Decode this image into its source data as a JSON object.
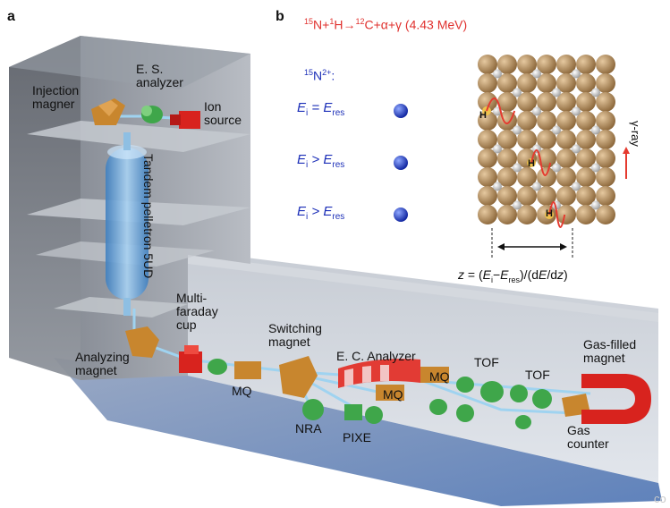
{
  "panels": {
    "a": "a",
    "b": "b"
  },
  "reaction": {
    "text": "15N+1H→12C+α+γ (4.43 MeV)",
    "parts": [
      "15",
      "N+",
      "1",
      "H→",
      "12",
      "C+α+γ (4.43 MeV)"
    ]
  },
  "ion": {
    "text": "15N2+:",
    "parts": [
      "15",
      "N",
      "2+",
      ":"
    ]
  },
  "conditions": [
    {
      "text": "Ei = Eres",
      "parts": [
        "E",
        "i",
        " = E",
        "res"
      ]
    },
    {
      "text": "Ei > Eres",
      "parts": [
        "E",
        "i",
        " > E",
        "res"
      ]
    },
    {
      "text": "Ei > Eres",
      "parts": [
        "E",
        "i",
        " > E",
        "res"
      ]
    }
  ],
  "depth_formula": {
    "text": "z = (Ei−Eres)/(dE/dz)",
    "parts": [
      "z",
      " = (",
      "E",
      "i",
      "−",
      "E",
      "res",
      ")/(d",
      "E",
      "/d",
      "z",
      ")"
    ]
  },
  "h_marker": "H",
  "gamma_label": "γ-ray",
  "components": {
    "injection_magnet": [
      "Injection",
      "magner"
    ],
    "es_analyzer": [
      "E. S.",
      "analyzer"
    ],
    "ion_source": [
      "Ion",
      "source"
    ],
    "tandem": "Tandem pelletron 5UD",
    "multi_faraday": [
      "Multi-",
      "faraday",
      "cup"
    ],
    "switching_magnet": [
      "Switching",
      "magnet"
    ],
    "analyzing_magnet": [
      "Analyzing",
      "magnet"
    ],
    "mq_1": "MQ",
    "ec_analyzer": "E. C. Analyzer",
    "mq_2": "MQ",
    "mq_3": "MQ",
    "tof_1": "TOF",
    "tof_2": "TOF",
    "gas_filled_magnet": [
      "Gas-filled",
      "magnet"
    ],
    "nra": "NRA",
    "pixe": "PIXE",
    "gas_counter": [
      "Gas",
      "counter"
    ]
  },
  "watermark": "co",
  "colors": {
    "accent_red": "#e0312e",
    "ion_blue": "#1c2fb8",
    "building_gray": "#9a9ea6",
    "floor_blue": "#6f8fbf",
    "tandem_blue": "#6aa5d8",
    "magnet_orange": "#c8862e",
    "detector_green": "#4caf50",
    "atom_brown": "#b48c5c"
  }
}
